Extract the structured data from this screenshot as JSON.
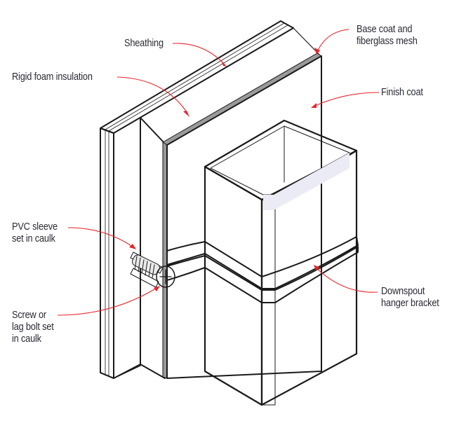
{
  "figure": {
    "type": "cutaway-illustration",
    "subject": "Downspout hanger bracket attached through exterior insulation"
  },
  "colors": {
    "sheathing": "#fbe3c8",
    "sheathing_dark": "#f3cfa8",
    "foam": "#ffffff",
    "base_coat": "#9a9a9a",
    "finish_coat": "#fdfbee",
    "downspout": "#f4f4f9",
    "downspout_shadow": "#e6e6f0",
    "pvc_sleeve": "#e23b30",
    "leader": "#e8242b",
    "text": "#2a2a35",
    "ink": "#1a1a1a"
  },
  "callouts": [
    {
      "id": "sheathing",
      "text": "Sheathing"
    },
    {
      "id": "base-coat",
      "text": "Base coat and\nfiberglass mesh"
    },
    {
      "id": "rigid-foam",
      "text": "Rigid foam insulation"
    },
    {
      "id": "finish-coat",
      "text": "Finish coat"
    },
    {
      "id": "pvc-sleeve",
      "text": "PVC sleeve\nset in caulk"
    },
    {
      "id": "screw",
      "text": "Screw or\nlag bolt set\nin caulk"
    },
    {
      "id": "hanger-bracket",
      "text": "Downspout\nhanger bracket"
    }
  ]
}
